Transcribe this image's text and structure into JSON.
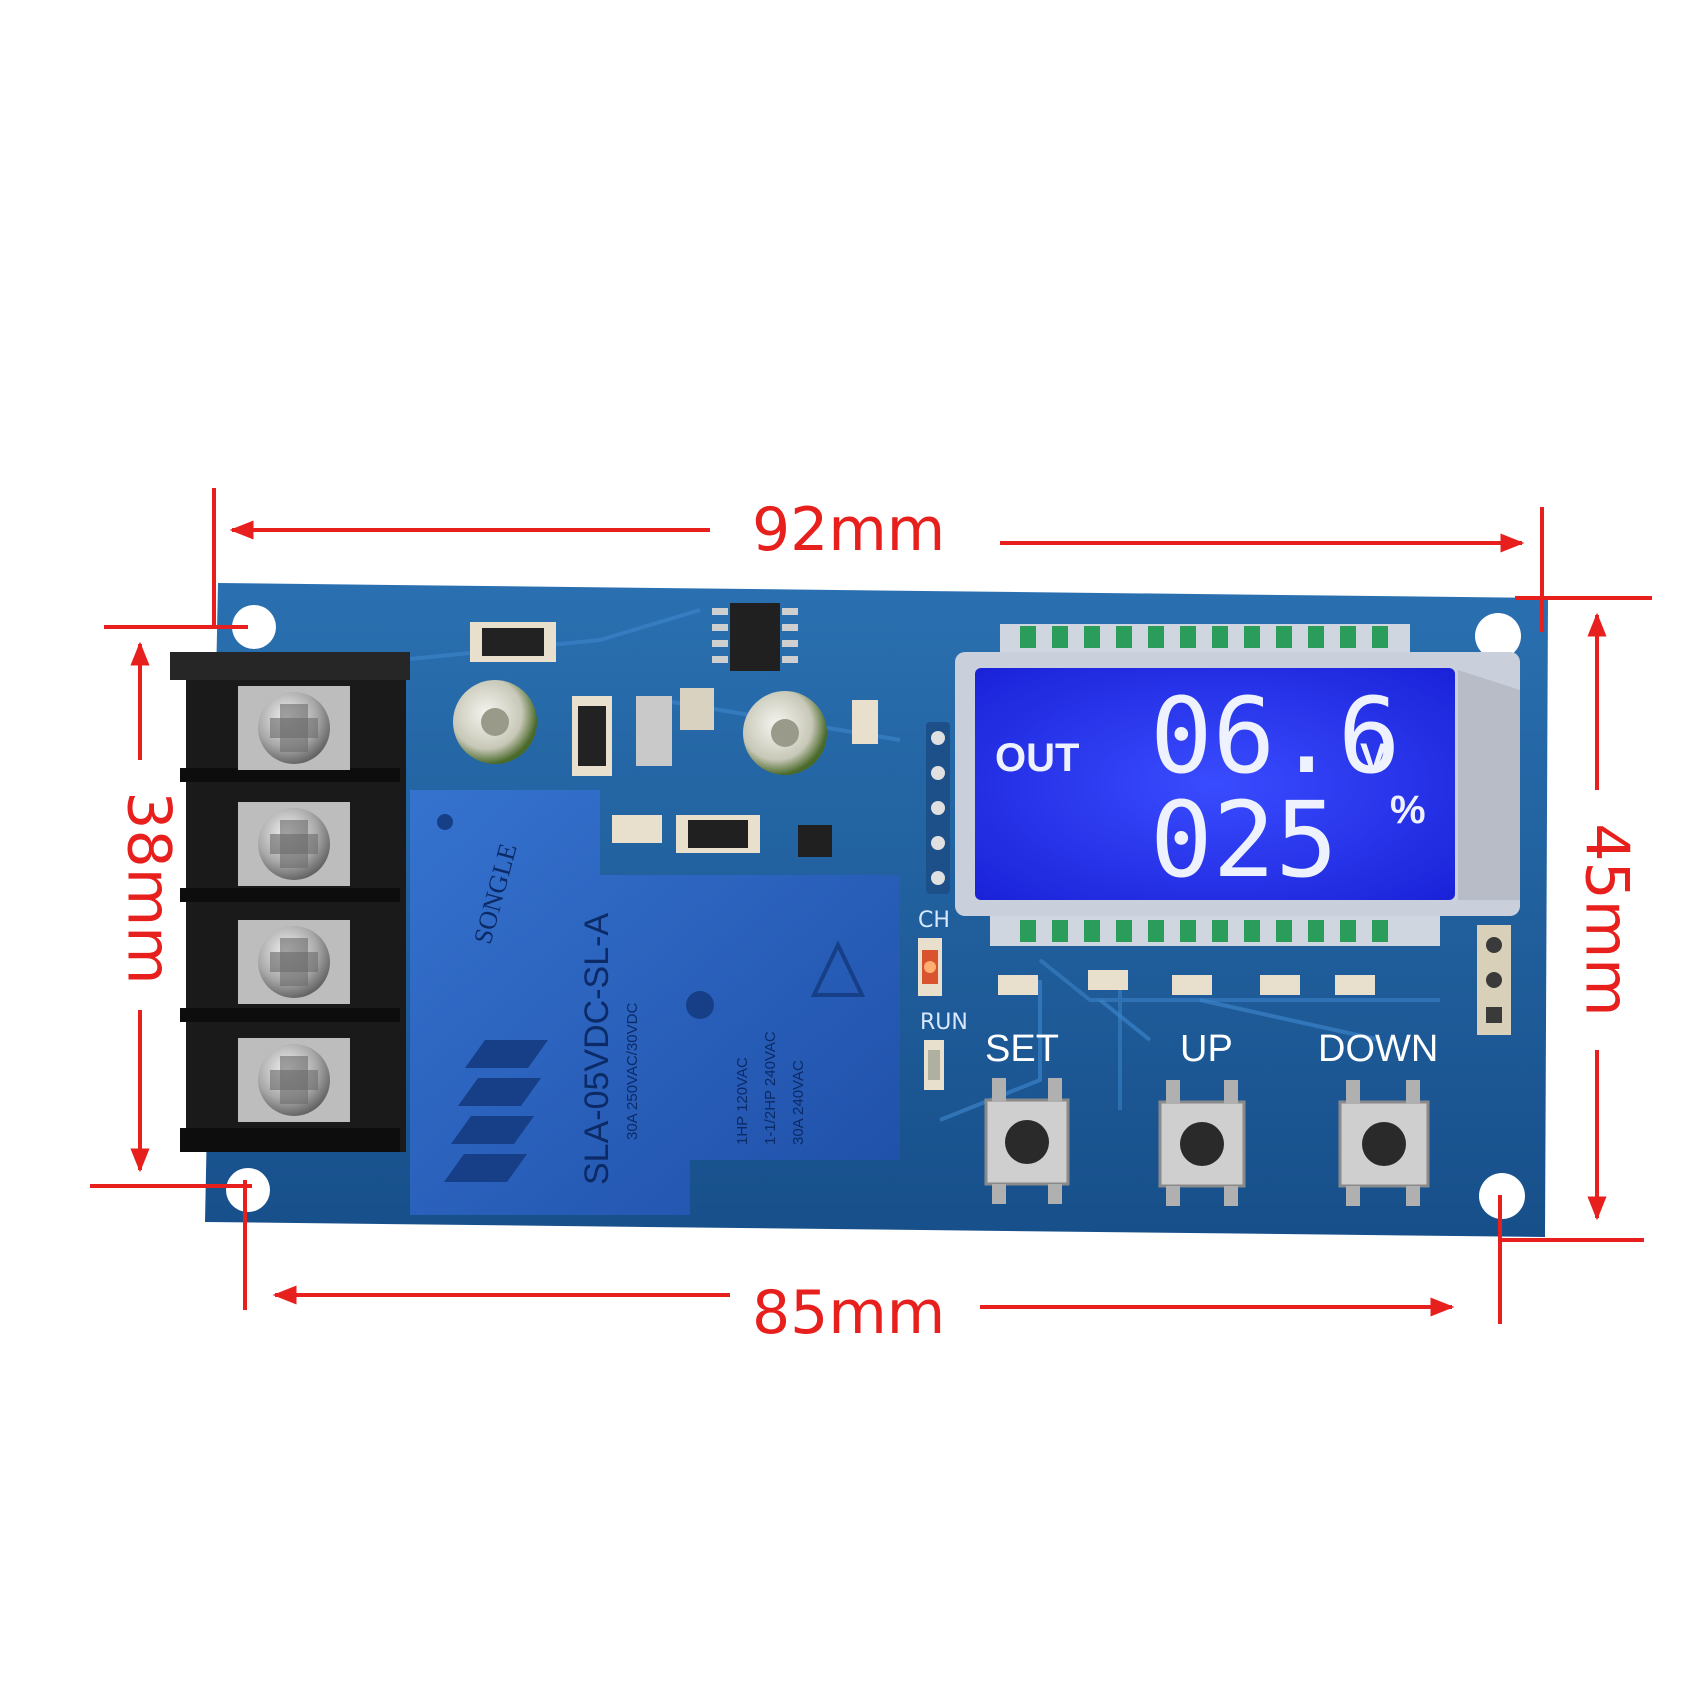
{
  "dimensions": {
    "width_top": "92mm",
    "width_bottom": "85mm",
    "height_left": "38mm",
    "height_right": "45mm"
  },
  "display": {
    "mode_label": "OUT",
    "voltage_value": "06.6",
    "voltage_unit": "V",
    "percent_value": "025",
    "percent_unit": "%"
  },
  "buttons": {
    "set_label": "SET",
    "up_label": "UP",
    "down_label": "DOWN"
  },
  "silkscreen": {
    "ch_label": "CH",
    "run_label": "RUN"
  },
  "relay": {
    "brand": "SONGLE",
    "model": "SLA-05VDC-SL-A",
    "rating_1": "30A 250VAC/30VDC",
    "rating_2": "1HP 120VAC",
    "rating_3": "1-1/2HP 240VAC",
    "rating_4": "30A 240VAC"
  },
  "colors": {
    "dimension_red": "#e8201d",
    "pcb_blue": "#1d5e9e",
    "lcd_blue": "#1f2ef0",
    "relay_blue": "#2a63c0",
    "terminal_black": "#1a1a1a"
  }
}
